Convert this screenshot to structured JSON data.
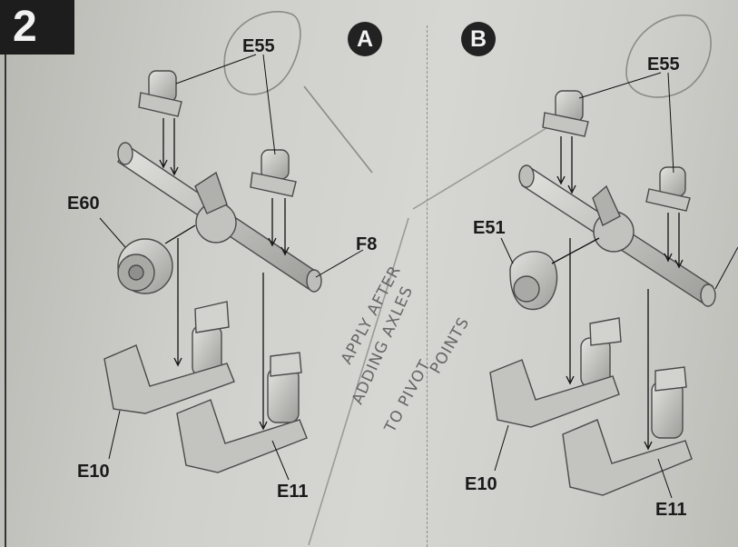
{
  "step": {
    "number": "2"
  },
  "variants": [
    {
      "badge": "A",
      "labels": [
        "E55",
        "E60",
        "F8",
        "E10",
        "E11"
      ]
    },
    {
      "badge": "B",
      "labels": [
        "E55",
        "E51",
        "E10",
        "E11"
      ]
    }
  ],
  "handwritten_note": [
    "APPLY AFTER",
    "ADDING AXLES",
    "TO PIVOT",
    "POINTS"
  ],
  "colors": {
    "sheet": "#d1d1cd",
    "ink": "#1d1d1d",
    "part": "#b4b4b0",
    "pencil": "#6b6b6b"
  }
}
